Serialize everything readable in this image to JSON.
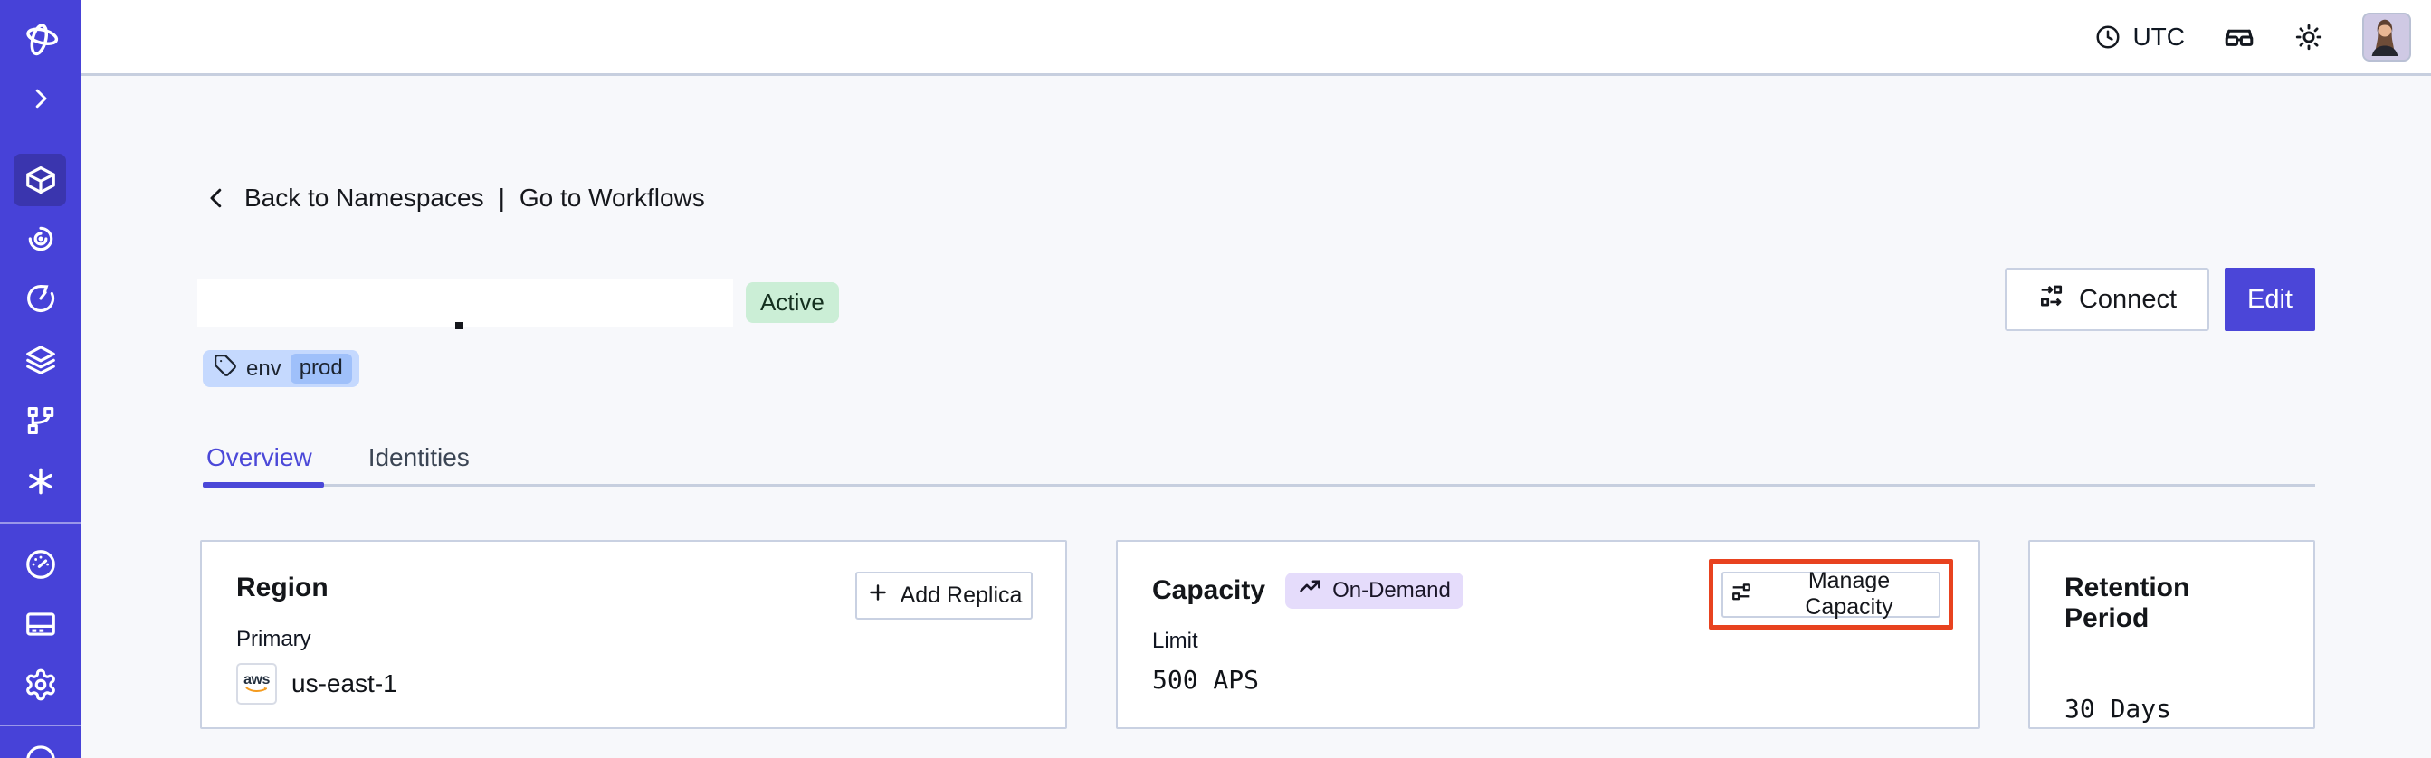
{
  "topbar": {
    "timezone": "UTC"
  },
  "sidebar": {
    "icons": [
      "temporal-logo",
      "expand-chevron",
      "namespaces-cube",
      "workflows-spiral",
      "schedules-timer",
      "deployments-layers",
      "nexus-branch",
      "batch-asterisk",
      "usage-gauge",
      "billing-card",
      "settings-gear",
      "help-circle-partial"
    ],
    "active_item": "namespaces"
  },
  "breadcrumb": {
    "back_label": "Back to Namespaces",
    "separator": "|",
    "workflows_label": "Go to Workflows"
  },
  "namespace": {
    "status": "Active",
    "tag_key": "env",
    "tag_value": "prod"
  },
  "actions": {
    "connect": "Connect",
    "edit": "Edit"
  },
  "tabs": [
    {
      "label": "Overview",
      "active": true
    },
    {
      "label": "Identities",
      "active": false
    }
  ],
  "cards": {
    "region": {
      "title": "Region",
      "action": "Add Replica",
      "field_label": "Primary",
      "provider": "aws",
      "value": "us-east-1"
    },
    "capacity": {
      "title": "Capacity",
      "badge": "On-Demand",
      "field_label": "Limit",
      "value": "500 APS",
      "action": "Manage Capacity"
    },
    "retention": {
      "title": "Retention Period",
      "value": "30 Days"
    }
  },
  "colors": {
    "sidebar_bg": "#4742d8",
    "accent": "#4b46d8",
    "annotation_highlight": "#e8421f",
    "active_badge_bg": "#cbeed6",
    "tag_bg": "#c5d9fe",
    "tag_chip_bg": "#9fc0fa",
    "ondemand_badge_bg": "#e5dcfb",
    "page_bg": "#f7f8fb",
    "border": "#c9d1e2",
    "aws_orange": "#f49b1f"
  }
}
